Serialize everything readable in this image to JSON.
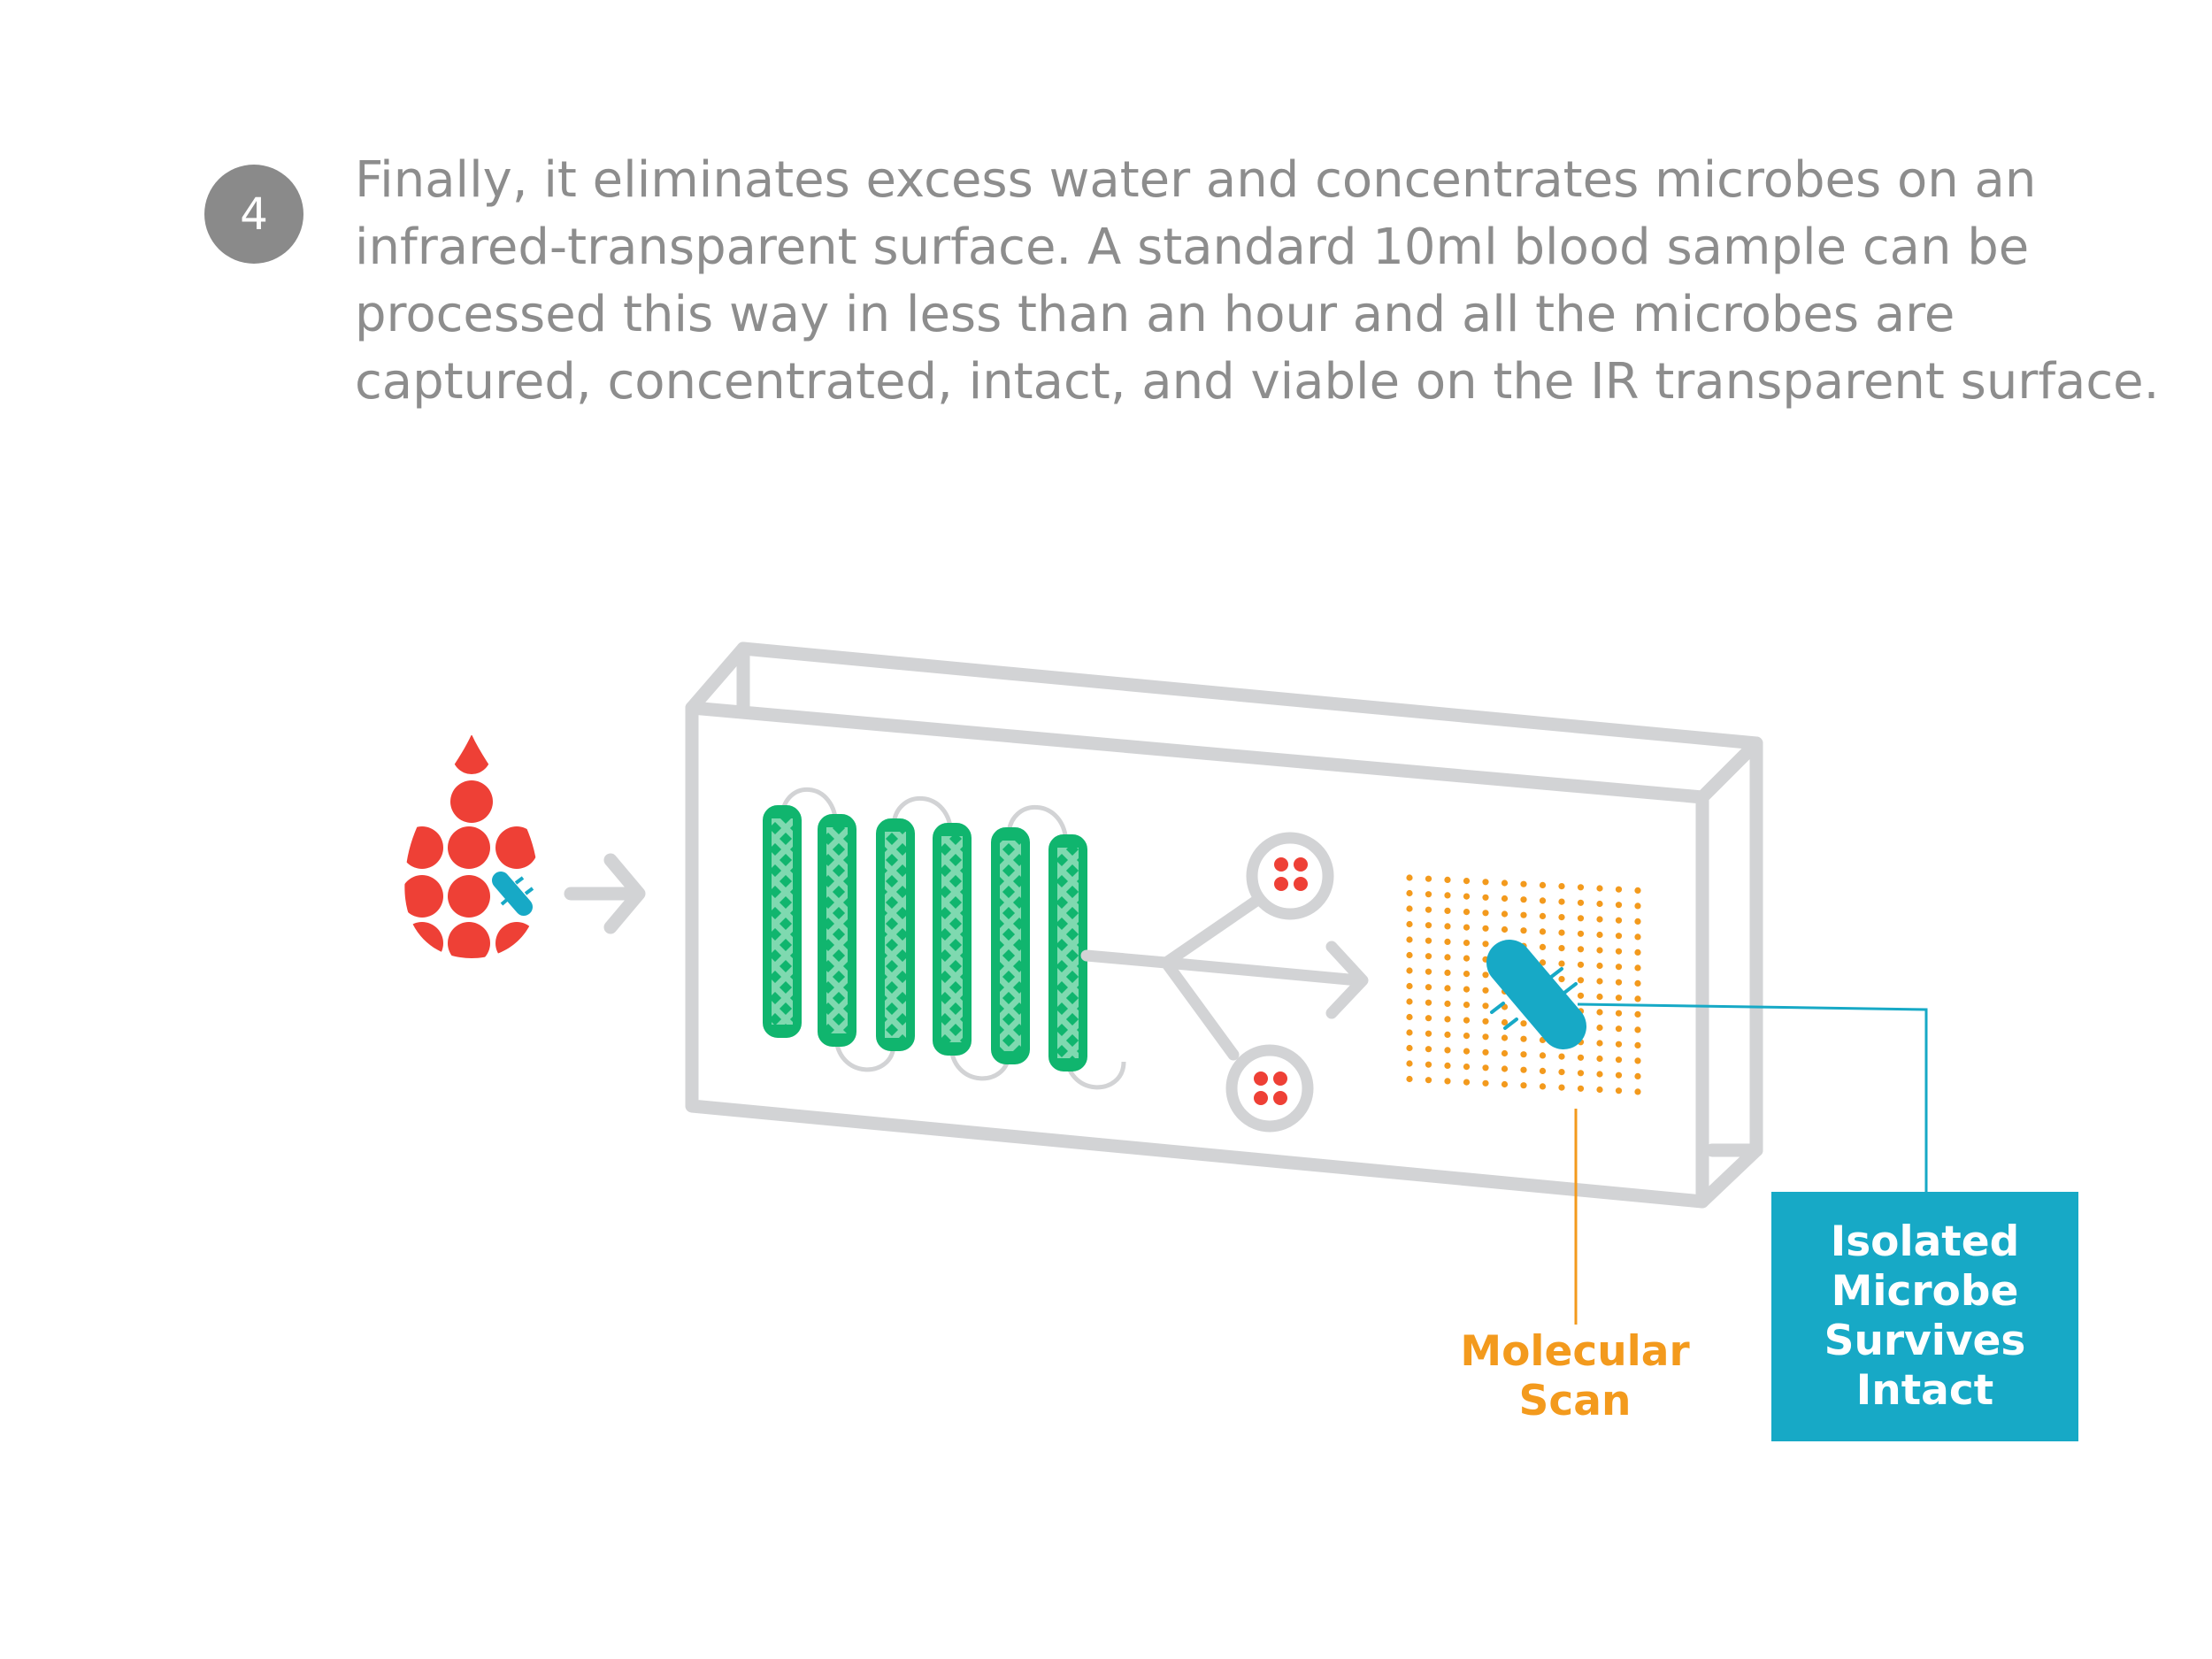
{
  "step": {
    "number": "4"
  },
  "intro": {
    "lines": [
      "Finally, it eliminates excess water and concentrates microbes on an",
      "infrared-transparent surface. A standard 10ml blood sample can be",
      "processed this way in less than an hour and all the microbes are",
      "captured, concentrated, intact, and viable on the IR transparent surface."
    ]
  },
  "labels": {
    "molecular_scan": [
      "Molecular",
      "Scan"
    ],
    "isolated_microbe": [
      "Isolated",
      "Microbe",
      "Survives",
      "Intact"
    ]
  },
  "colors": {
    "device_outline": "#d2d3d5",
    "blood": "#ee4036",
    "channel": "#10b56e",
    "channel_pattern": "#7fd9b0",
    "scan_dots": "#f39a1d",
    "microbe": "#17a9c6",
    "text": "#8d8d8d"
  },
  "icons": {
    "blood_drop": "blood-drop-icon",
    "flow_arrow": "arrow-right-icon",
    "microbe": "microbe-icon"
  }
}
